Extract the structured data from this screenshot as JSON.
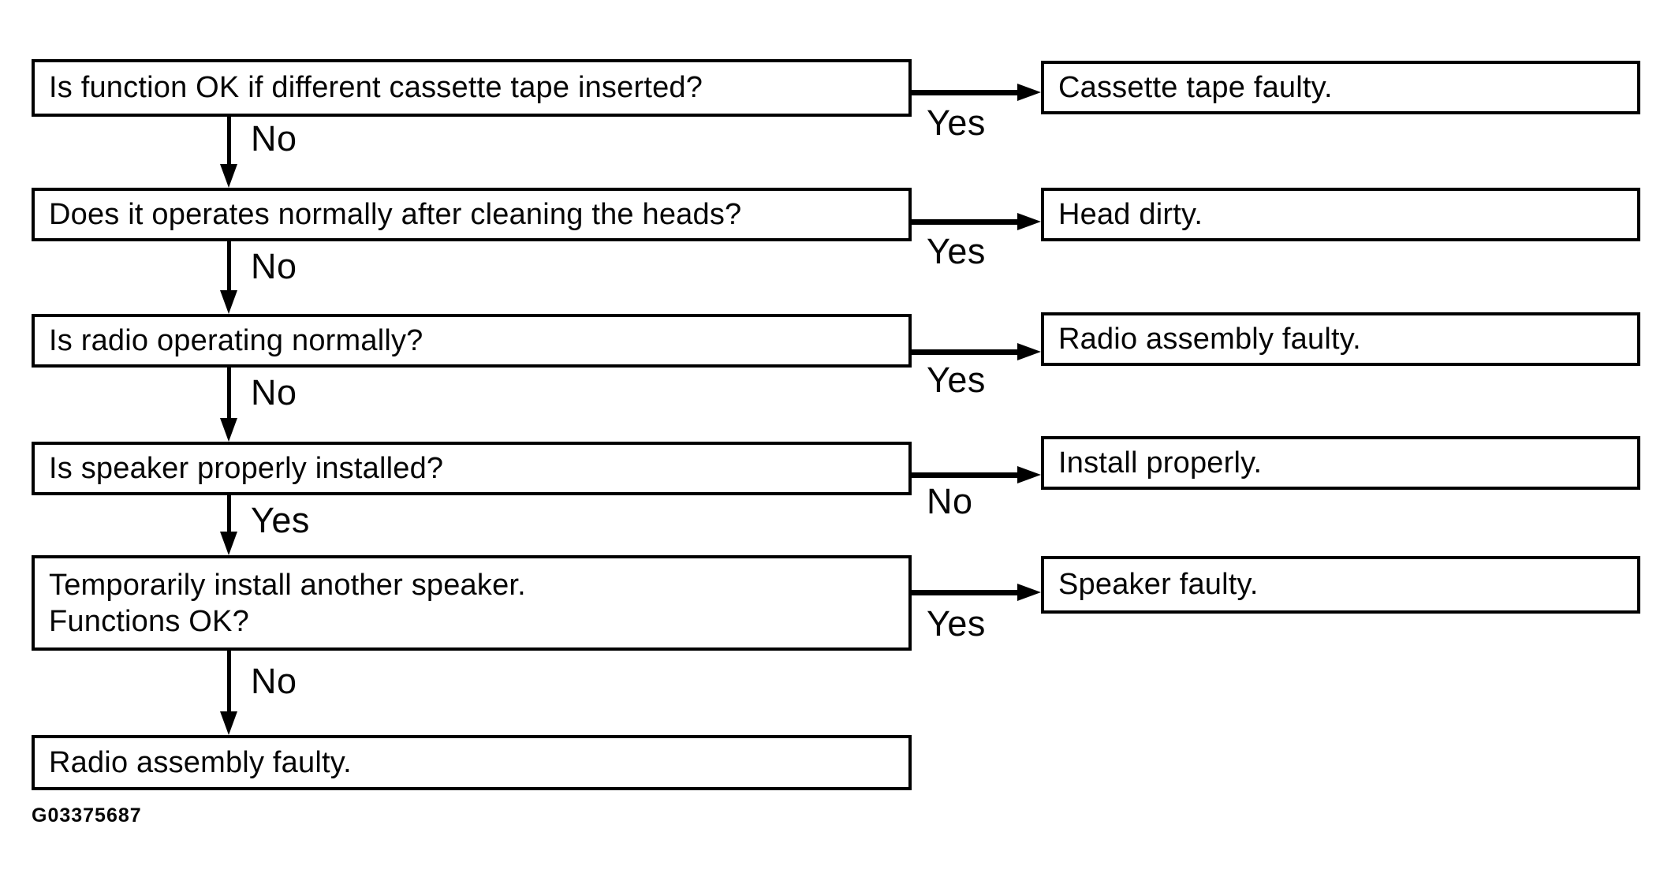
{
  "figure_code": "G03375687",
  "colors": {
    "ink": "#000000",
    "paper": "#ffffff"
  },
  "flow": {
    "steps": [
      {
        "question": "Is function OK if different cassette tape inserted?",
        "right_label": "Yes",
        "result": "Cassette tape faulty.",
        "down_label": "No"
      },
      {
        "question": "Does it operates normally after cleaning the heads?",
        "right_label": "Yes",
        "result": "Head dirty.",
        "down_label": "No"
      },
      {
        "question": "Is radio operating normally?",
        "right_label": "Yes",
        "result": "Radio assembly faulty.",
        "down_label": "No"
      },
      {
        "question": "Is speaker properly installed?",
        "right_label": "No",
        "result": "Install properly.",
        "down_label": "Yes"
      },
      {
        "question": "Temporarily install another speaker.",
        "question_line2": "Functions OK?",
        "right_label": "Yes",
        "result": "Speaker faulty.",
        "down_label": "No"
      }
    ],
    "final_result": "Radio assembly faulty."
  }
}
